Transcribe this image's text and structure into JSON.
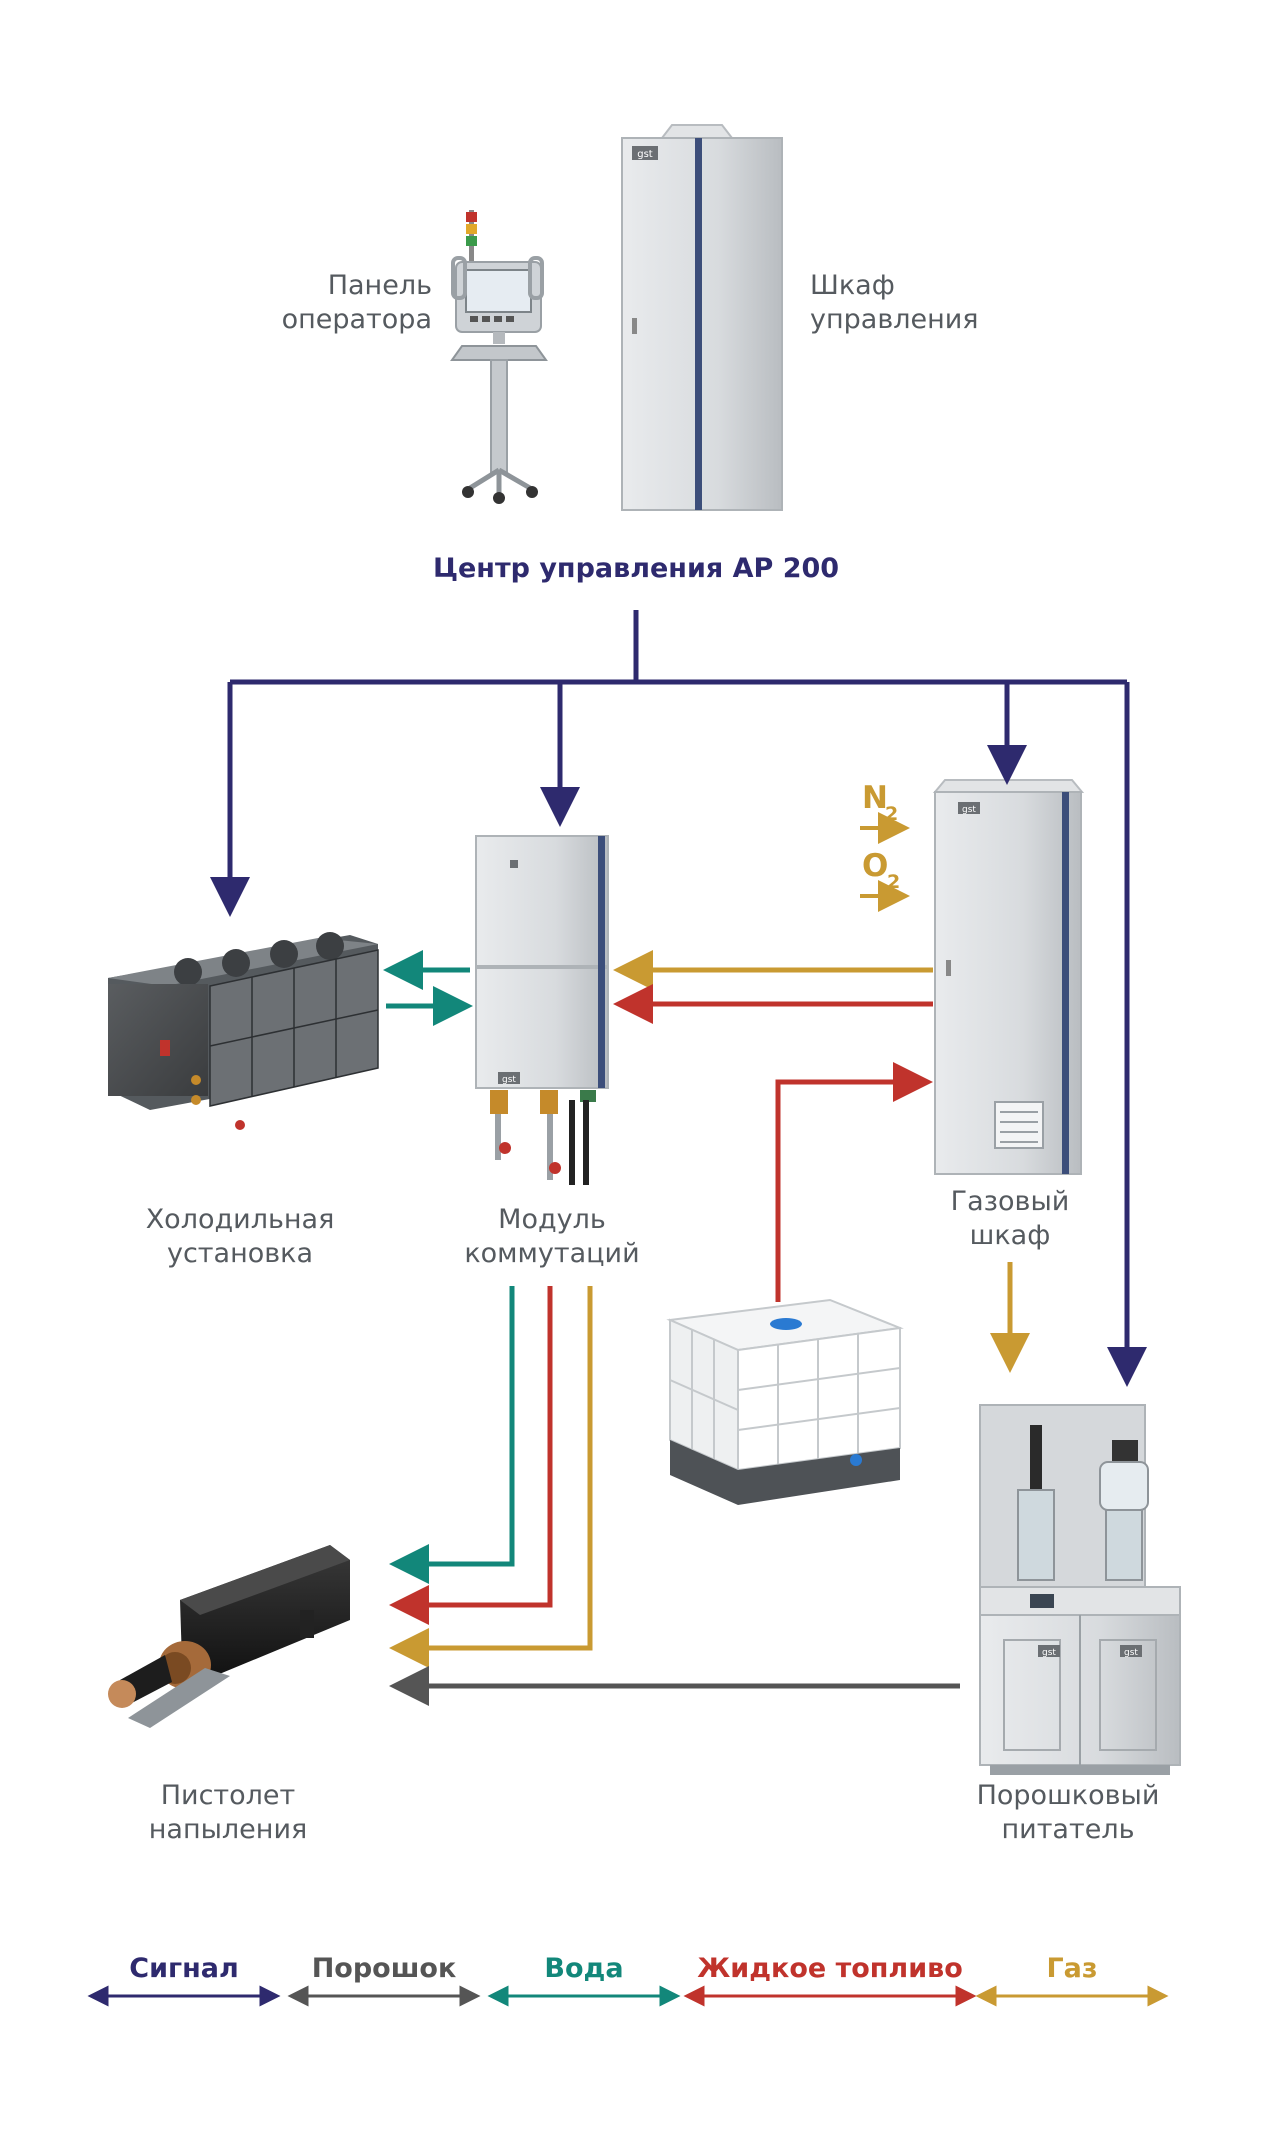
{
  "colors": {
    "signal": "#2e2a6e",
    "powder": "#555555",
    "water": "#12877a",
    "fuel": "#c0332c",
    "gas": "#c99a32"
  },
  "title": "Центр управления АР 200",
  "labels": {
    "operator_panel": [
      "Панель",
      "оператора"
    ],
    "control_cabinet": [
      "Шкаф",
      "управления"
    ],
    "cooling_unit": [
      "Холодильная",
      "установка"
    ],
    "switching_module": [
      "Модуль",
      "коммутаций"
    ],
    "gas_cabinet": [
      "Газовый",
      "шкаф"
    ],
    "spray_gun": [
      "Пистолет",
      "напыления"
    ],
    "powder_feeder": [
      "Порошковый",
      "питатель"
    ]
  },
  "device_brand": "gst",
  "gas_inputs": [
    {
      "symbol": "N",
      "sub": "2"
    },
    {
      "symbol": "O",
      "sub": "2"
    }
  ],
  "legend": [
    {
      "key": "signal",
      "label": "Сигнал"
    },
    {
      "key": "powder",
      "label": "Порошок"
    },
    {
      "key": "water",
      "label": "Вода"
    },
    {
      "key": "fuel",
      "label": "Жидкое топливо"
    },
    {
      "key": "gas",
      "label": "Газ"
    }
  ]
}
